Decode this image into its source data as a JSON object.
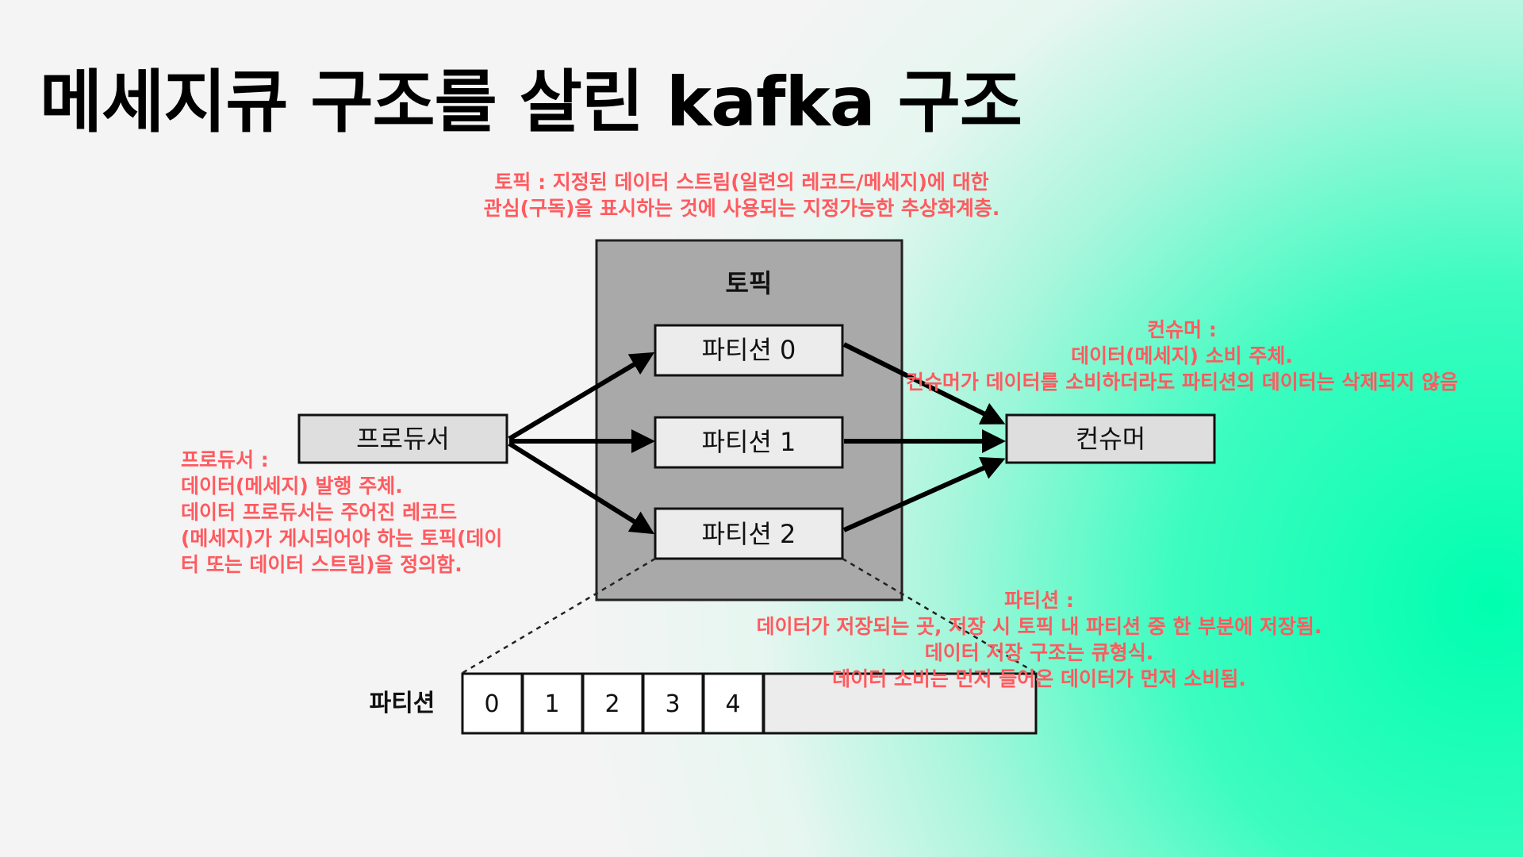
{
  "title": "메세지큐 구조를 살린 kafka 구조",
  "diagram": {
    "topic_label": "토픽",
    "producer_label": "프로듀서",
    "consumer_label": "컨슈머",
    "partitions": [
      "파티션 0",
      "파티션 1",
      "파티션 2"
    ],
    "partition_detail_label": "파티션",
    "cells": [
      "0",
      "1",
      "2",
      "3",
      "4"
    ]
  },
  "notes": {
    "topic": [
      "토픽 : 지정된 데이터 스트림(일련의 레코드/메세지)에 대한",
      "관심(구독)을 표시하는 것에 사용되는 지정가능한 추상화계층."
    ],
    "consumer": [
      "컨슈머 :",
      "데이터(메세지) 소비 주체.",
      "컨슈머가 데이터를 소비하더라도 파티션의 데이터는 삭제되지 않음"
    ],
    "producer": [
      "프로듀서 :",
      "데이터(메세지) 발행 주체.",
      "데이터 프로듀서는 주어진 레코드",
      "(메세지)가 게시되어야 하는 토픽(데이",
      "터 또는 데이터 스트림)을 정의함."
    ],
    "partition": [
      "파티션 :",
      "데이터가 저장되는 곳, 저장 시 토픽 내 파티션 중 한 부분에 저장됨.",
      "데이터 저장 구조는 큐형식.",
      "데이터 소비는 먼저 들어온 데이터가 먼저 소비됨."
    ]
  },
  "colors": {
    "accent_green": "#00ffb0",
    "note_red": "#ff5a5f",
    "topic_fill": "#a9a9a9",
    "box_fill": "#ececec"
  }
}
